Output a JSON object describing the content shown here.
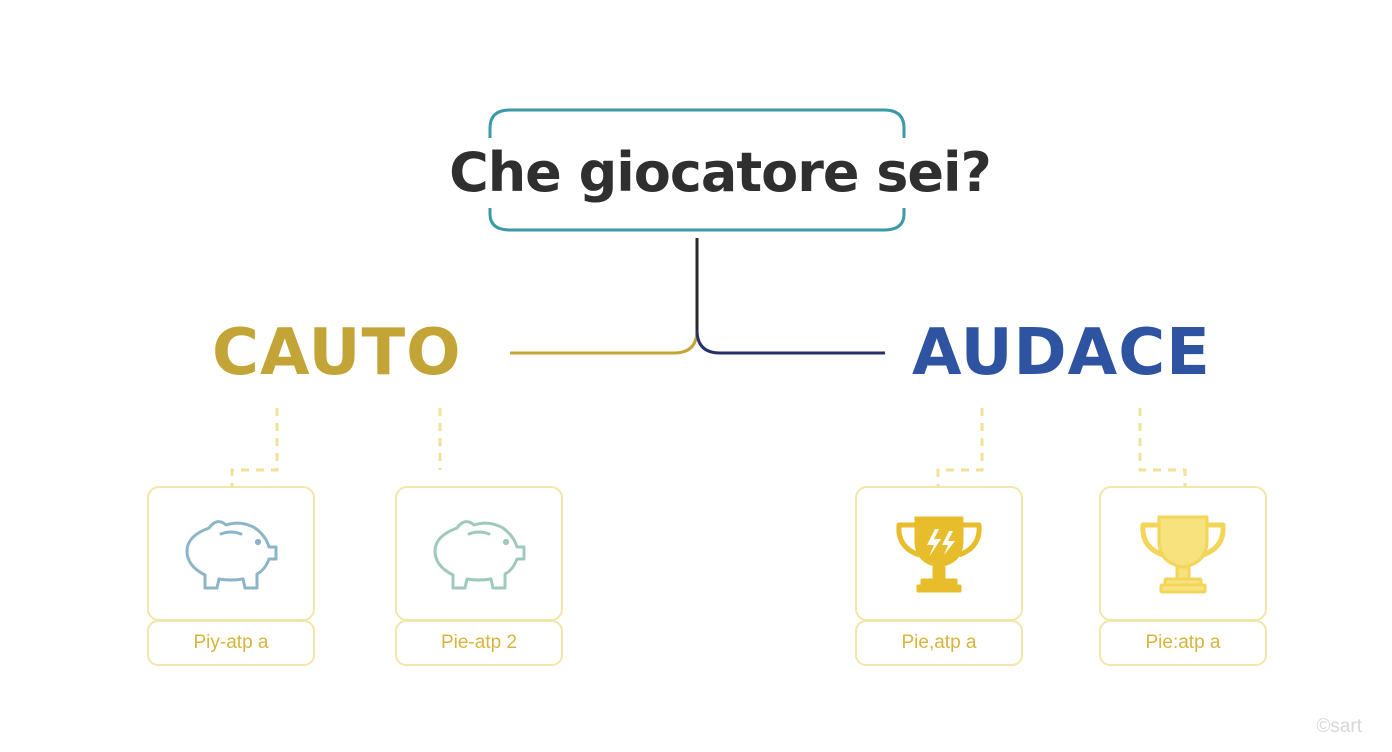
{
  "title": "Che giocatore sei?",
  "branches": {
    "left": "CAUTO",
    "right": "AUDACE"
  },
  "cards": [
    {
      "icon": "piggy-bank-icon",
      "label": "Piy-atp a"
    },
    {
      "icon": "piggy-bank-icon",
      "label": "Pie-atp 2"
    },
    {
      "icon": "lightning-trophy-icon",
      "label": "Pie,atp a"
    },
    {
      "icon": "trophy-icon",
      "label": "Pie:atp a"
    }
  ],
  "watermark": "©sart",
  "colors": {
    "title_frame": "#3a9aa6",
    "cauto": "#c3a437",
    "audace": "#2e53a1",
    "connector_dark": "#2a2a2a",
    "card_border": "#f3e6a9",
    "label_text": "#d9b43c",
    "piggy_1": "#8cb6c8",
    "piggy_2": "#9fc9bd",
    "trophy_1": "#e8bd2c",
    "trophy_2": "#f3d55a"
  }
}
